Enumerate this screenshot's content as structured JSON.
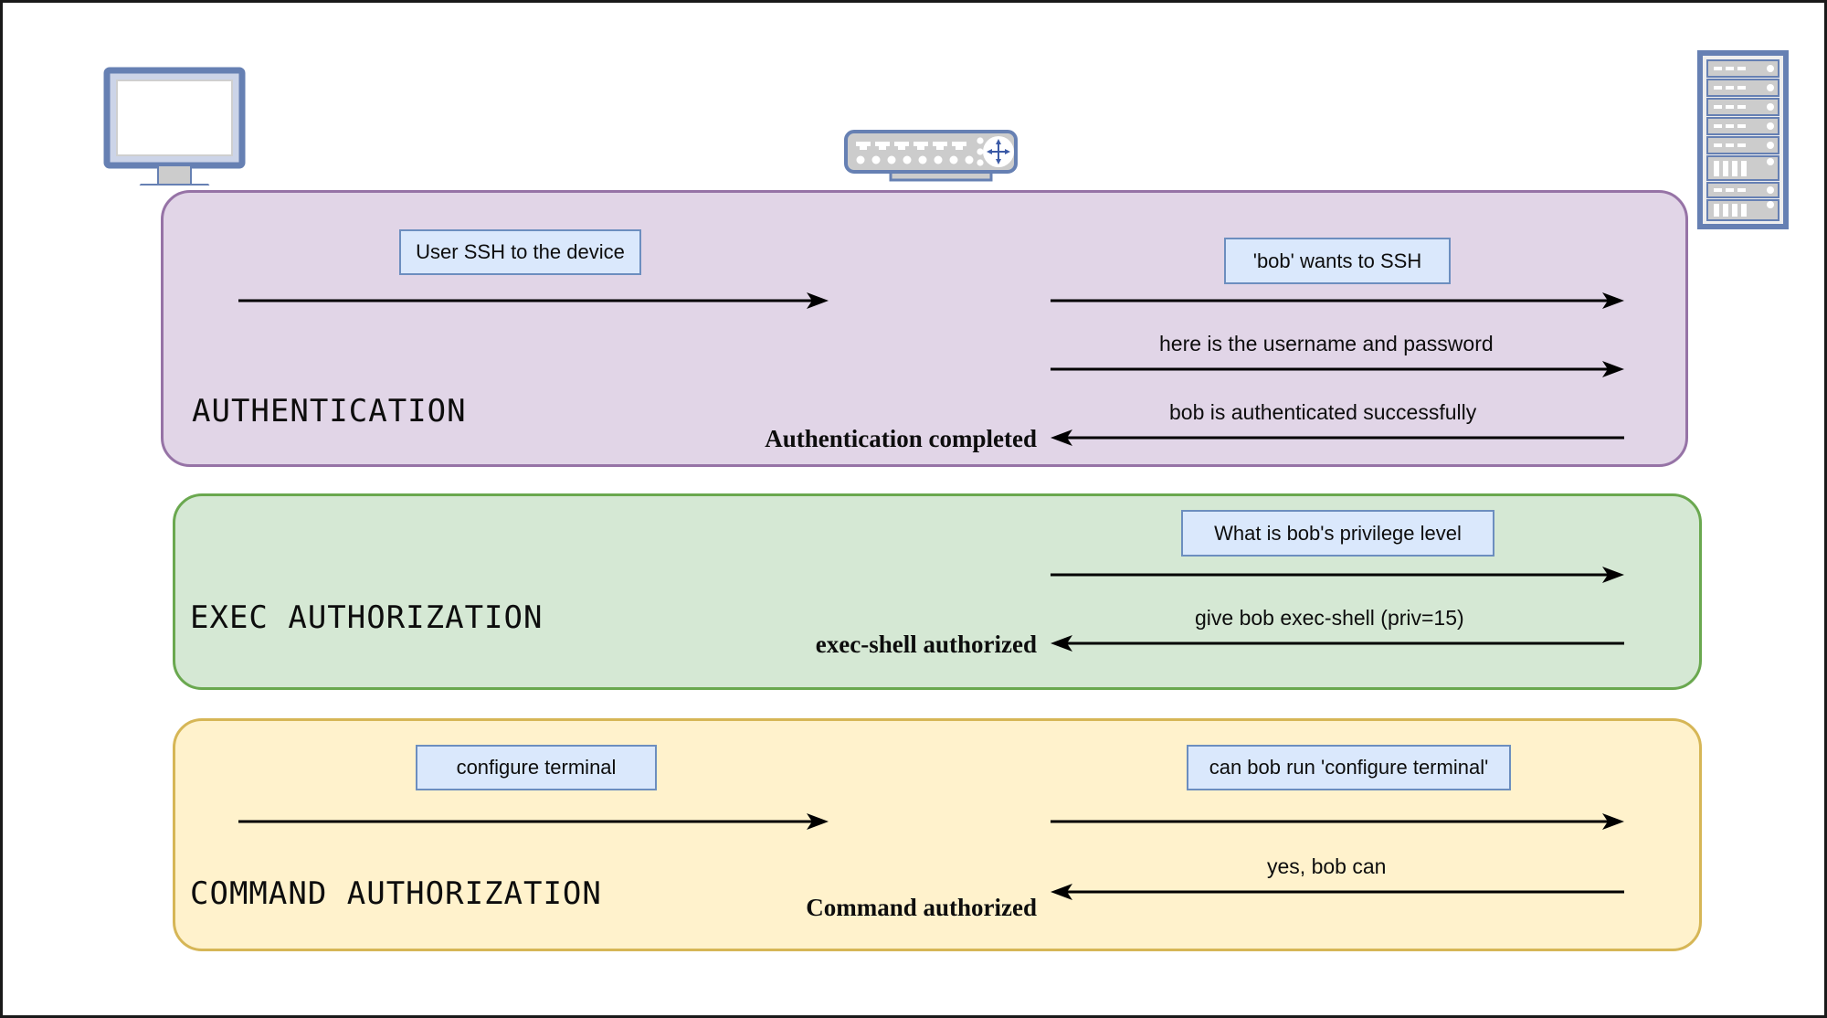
{
  "diagram": {
    "title": "AAA flow: Authentication, Exec Authorization, Command Authorization",
    "colors": {
      "auth_fill": "#e1d5e7",
      "auth_stroke": "#9673a6",
      "exec_fill": "#d5e8d4",
      "exec_stroke": "#6aa84f",
      "cmd_fill": "#fff2cc",
      "cmd_stroke": "#d6b656",
      "callout_fill": "#dae8fc",
      "callout_stroke": "#6c8ebf",
      "device_stroke": "#6680b3",
      "device_fill": "#cccccc",
      "arrow": "#000000",
      "frame": "#1a1a1a"
    }
  },
  "nodes": {
    "client": {
      "icon": "desktop-computer-icon",
      "label": ""
    },
    "device": {
      "icon": "network-switch-icon",
      "label": ""
    },
    "server": {
      "icon": "server-rack-icon",
      "label": ""
    }
  },
  "sections": [
    {
      "id": "authentication",
      "title": "AUTHENTICATION",
      "callouts": [
        {
          "name": "callout-user-ssh",
          "text": "User SSH to the device"
        },
        {
          "name": "callout-bob-wants-ssh",
          "text": "'bob' wants to SSH"
        }
      ],
      "messages": [
        {
          "name": "msg-user-ssh",
          "text": "User SSH to the device",
          "direction": "right",
          "side": "left",
          "style": "callout"
        },
        {
          "name": "msg-bob-wants-ssh",
          "text": "'bob' wants to SSH",
          "direction": "right",
          "side": "right",
          "style": "callout"
        },
        {
          "name": "msg-username-password",
          "text": "here is the username and password",
          "direction": "right",
          "side": "right",
          "style": "sans"
        },
        {
          "name": "msg-bob-authenticated",
          "text": "bob is authenticated successfully",
          "direction": "left",
          "side": "right",
          "style": "sans"
        },
        {
          "name": "msg-authentication-completed",
          "text": "Authentication completed",
          "direction": "left",
          "side": "left",
          "style": "serif"
        }
      ]
    },
    {
      "id": "exec-authorization",
      "title": "EXEC AUTHORIZATION",
      "callouts": [
        {
          "name": "callout-privilege-level",
          "text": "What is bob's privilege level"
        }
      ],
      "messages": [
        {
          "name": "msg-privilege-level",
          "text": "What is bob's privilege level",
          "direction": "right",
          "side": "right",
          "style": "callout"
        },
        {
          "name": "msg-give-exec-shell",
          "text": "give bob exec-shell (priv=15)",
          "direction": "left",
          "side": "right",
          "style": "sans"
        },
        {
          "name": "msg-exec-shell-authorized",
          "text": "exec-shell authorized",
          "direction": "left",
          "side": "left",
          "style": "serif"
        }
      ]
    },
    {
      "id": "command-authorization",
      "title": "COMMAND AUTHORIZATION",
      "callouts": [
        {
          "name": "callout-configure-terminal",
          "text": "configure terminal"
        },
        {
          "name": "callout-can-bob-run",
          "text": "can bob run 'configure terminal'"
        }
      ],
      "messages": [
        {
          "name": "msg-configure-terminal",
          "text": "configure terminal",
          "direction": "right",
          "side": "left",
          "style": "callout"
        },
        {
          "name": "msg-can-bob-run",
          "text": "can bob run 'configure terminal'",
          "direction": "right",
          "side": "right",
          "style": "callout"
        },
        {
          "name": "msg-yes-bob-can",
          "text": "yes, bob can",
          "direction": "left",
          "side": "right",
          "style": "sans"
        },
        {
          "name": "msg-command-authorized",
          "text": "Command authorized",
          "direction": "left",
          "side": "left",
          "style": "serif"
        }
      ]
    }
  ]
}
